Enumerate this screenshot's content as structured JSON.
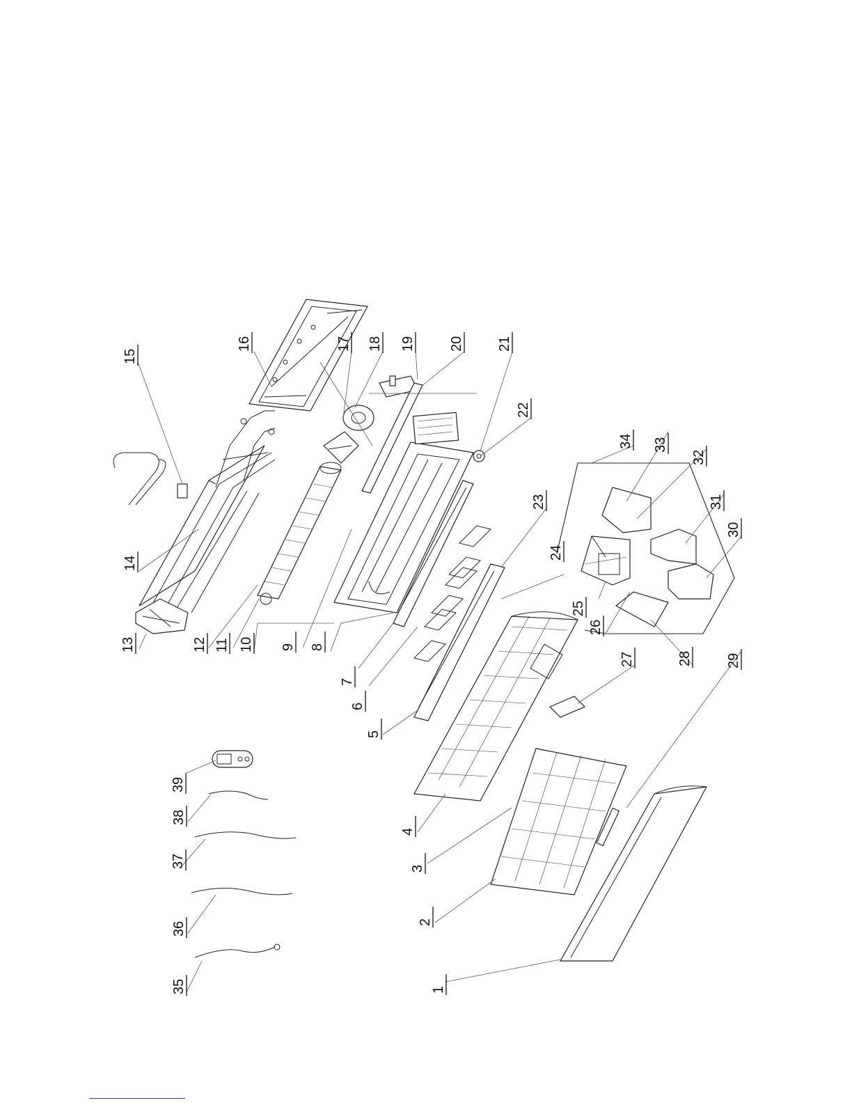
{
  "diagram": {
    "callouts": [
      "1",
      "2",
      "3",
      "4",
      "5",
      "6",
      "7",
      "8",
      "9",
      "10",
      "11",
      "12",
      "13",
      "14",
      "15",
      "16",
      "17",
      "18",
      "19",
      "20",
      "21",
      "22",
      "23",
      "24",
      "25",
      "26",
      "27",
      "28",
      "29",
      "30",
      "31",
      "32",
      "33",
      "34",
      "35",
      "36",
      "37",
      "38",
      "39"
    ]
  },
  "colors": {
    "line": "#222222",
    "footer_link": "#2a3bd1"
  }
}
